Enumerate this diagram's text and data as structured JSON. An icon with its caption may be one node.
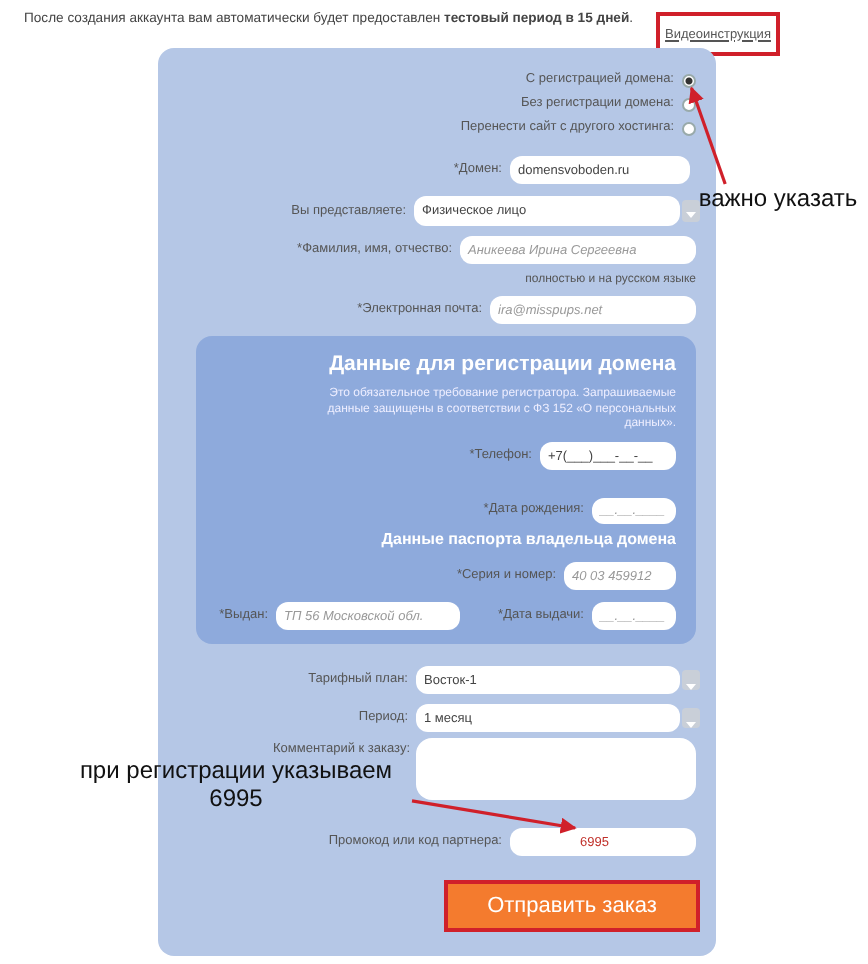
{
  "diagram": {
    "nodes": [
      {
        "text": [
          "Видеоинструкция"
        ]
      },
      {
        "text": [],
        "shape": "box"
      },
      {
        "text": [],
        "shape": "circle",
        "in": 1,
        "beside": [
          "С регистрацией домена:"
        ]
      },
      {
        "text": [],
        "shape": "circle",
        "in": 1,
        "beside": [
          "Без регистрации домена:"
        ]
      },
      {
        "text": [],
        "shape": "circle",
        "in": 1,
        "beside": [
          "Перенести сайт с другого хостинга:"
        ]
      },
      {
        "text": [
          "domensvoboden.ru"
        ],
        "in": 1,
        "beside": [
          "*Домен:"
        ]
      },
      {
        "text": [
          "Физическое лицо"
        ],
        "in": 1,
        "beside": [
          "Вы представляете:"
        ]
      },
      {
        "text": [
          "Аникеева Ирина Сергеевна"
        ],
        "in": 1,
        "beside": [
          "*Фамилия, имя, отчество:"
        ]
      },
      {
        "text": [
          "ira@misspups.net"
        ],
        "in": 1,
        "beside": [
          "*Электронная почта:"
        ]
      },
      {
        "text": [
          "Данные для регистрации домена",
          "Это обязательное требование регистратора. Запрашиваемые данные защищены в соответствии с ФЗ 152 «О персональных данных»."
        ],
        "in": 1
      },
      {
        "text": [
          "+7(___)___-__-__"
        ],
        "in": 9,
        "beside": [
          "*Телефон:"
        ]
      },
      {
        "text": [
          "__.__.____"
        ],
        "in": 9,
        "beside": [
          "*Дата рождения:"
        ]
      },
      {
        "text": [
          "40 03 459912"
        ],
        "in": 9,
        "beside": [
          "*Серия и номер:"
        ]
      },
      {
        "text": [
          "ТП 56 Московской обл."
        ],
        "in": 9,
        "beside": [
          "*Выдан:"
        ]
      },
      {
        "text": [
          "__.__.____"
        ],
        "in": 9,
        "beside": [
          "*Дата выдачи:"
        ]
      },
      {
        "text": [
          "Восток-1"
        ],
        "in": 1,
        "beside": [
          "Тарифный план:"
        ]
      },
      {
        "text": [
          "1 месяц"
        ],
        "in": 1,
        "beside": [
          "Период:"
        ]
      },
      {
        "text": [],
        "shape": "box",
        "in": 1,
        "beside": [
          "Комментарий к заказу:"
        ]
      },
      {
        "text": [
          "6995"
        ],
        "in": 1,
        "beside": [
          "Промокод или код партнера:"
        ]
      },
      {
        "text": [
          "Отправить заказ"
        ],
        "in": 1
      },
      {
        "text": [
          "важно указать"
        ]
      },
      {
        "text": [
          "при регистрации указываем 6995"
        ]
      }
    ],
    "edges": [
      {
        "from": 20,
        "to": 2,
        "arrow": "to"
      },
      {
        "from": 21,
        "to": 18,
        "arrow": "to"
      }
    ],
    "labels": [
      "После создания аккаунта вам автоматически будет предоставлен **тестовый период в 15 дней**.",
      "полностью и на русском языке",
      "Данные паспорта владельца домена"
    ]
  }
}
